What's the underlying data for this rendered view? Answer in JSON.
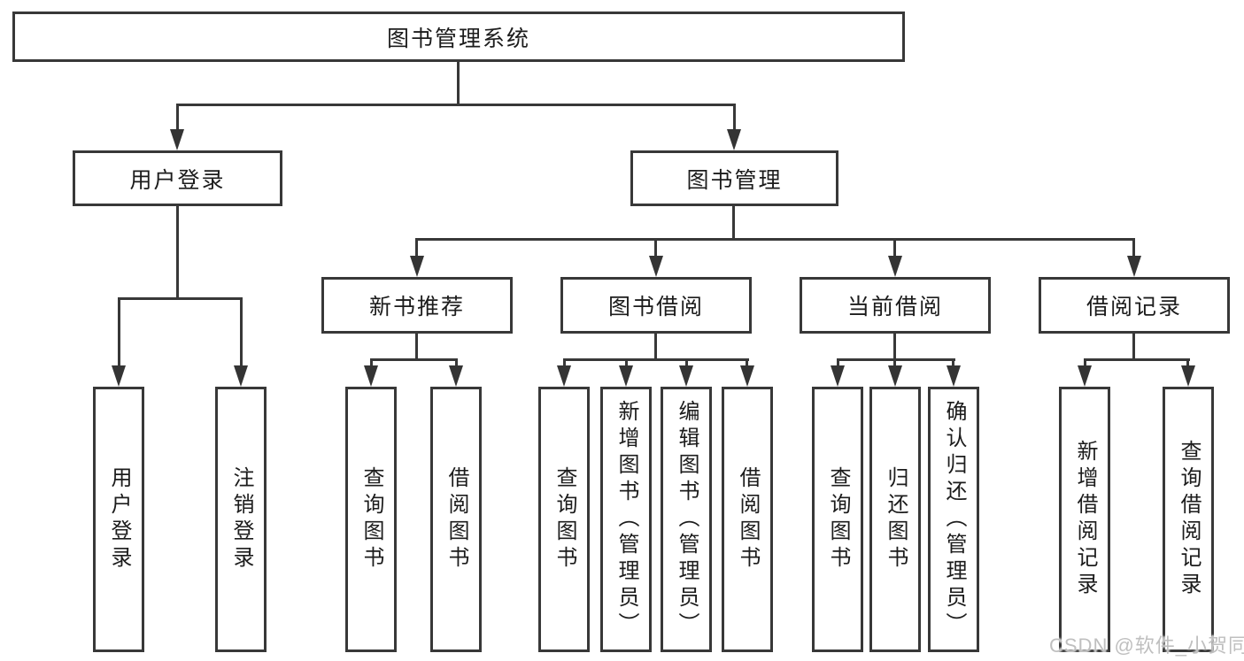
{
  "tree": {
    "root": {
      "label": "图书管理系统",
      "children": [
        {
          "label": "用户登录",
          "children": [
            {
              "label": "用户登录"
            },
            {
              "label": "注销登录"
            }
          ]
        },
        {
          "label": "图书管理",
          "children": [
            {
              "label": "新书推荐",
              "children": [
                {
                  "label": "查询图书"
                },
                {
                  "label": "借阅图书"
                }
              ]
            },
            {
              "label": "图书借阅",
              "children": [
                {
                  "label": "查询图书"
                },
                {
                  "label": "新增图书（管理员）"
                },
                {
                  "label": "编辑图书（管理员）"
                },
                {
                  "label": "借阅图书"
                }
              ]
            },
            {
              "label": "当前借阅",
              "children": [
                {
                  "label": "查询图书"
                },
                {
                  "label": "归还图书"
                },
                {
                  "label": "确认归还（管理员）"
                }
              ]
            },
            {
              "label": "借阅记录",
              "children": [
                {
                  "label": "新增借阅记录"
                },
                {
                  "label": "查询借阅记录"
                }
              ]
            }
          ]
        }
      ]
    }
  },
  "watermark": {
    "text": "CSDN @软件_小贺同学",
    "color": "#bfbfbf"
  },
  "colors": {
    "line": "#383838",
    "arrow": "#343434",
    "text": "#1c1c1c",
    "background": "#ffffff"
  }
}
